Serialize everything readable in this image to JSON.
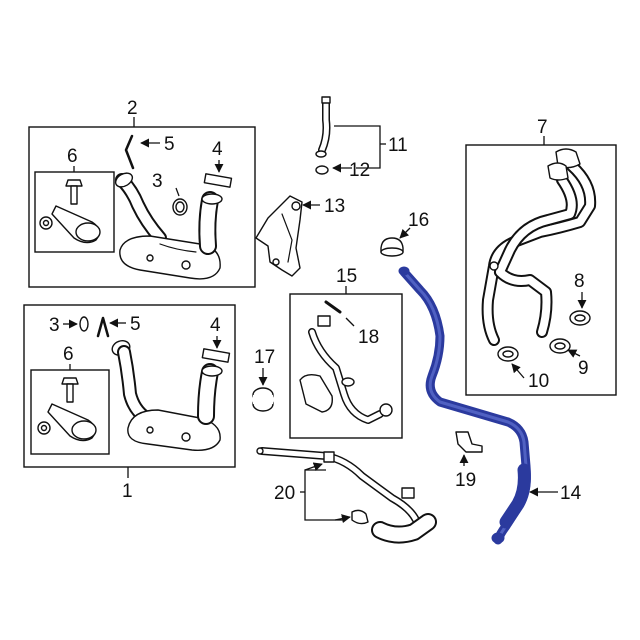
{
  "colors": {
    "line": "#111111",
    "highlight": "#2b3a9e",
    "highlight_light": "#6f82e0",
    "background": "#ffffff"
  },
  "callouts": {
    "c1": "1",
    "c2": "2",
    "c3a": "3",
    "c3b": "3",
    "c4a": "4",
    "c4b": "4",
    "c5a": "5",
    "c5b": "5",
    "c6a": "6",
    "c6b": "6",
    "c7": "7",
    "c8": "8",
    "c9": "9",
    "c10": "10",
    "c11": "11",
    "c12": "12",
    "c13": "13",
    "c14": "14",
    "c15": "15",
    "c16": "16",
    "c17": "17",
    "c18": "18",
    "c19": "19",
    "c20": "20"
  },
  "highlighted_part": "14"
}
